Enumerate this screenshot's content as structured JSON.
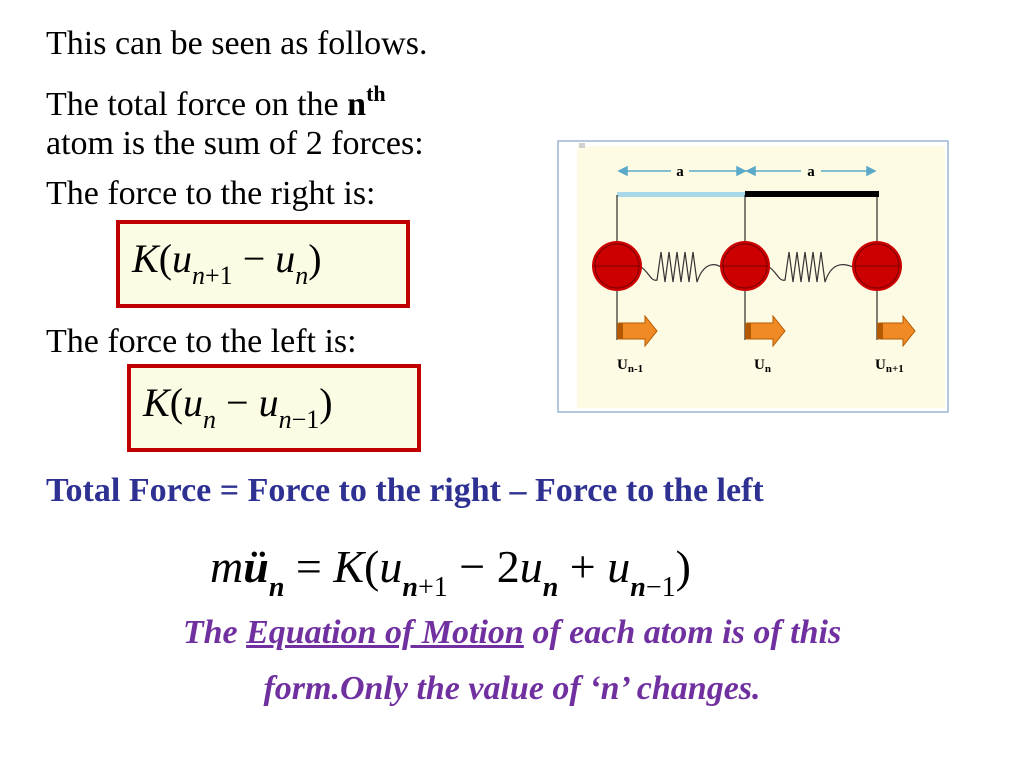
{
  "intro": {
    "line1": "This can be seen as follows.",
    "line2": "The total force on the ",
    "line2_bold": "n",
    "line2_sup": "th",
    "line3": "atom is the sum of 2 forces:",
    "line4": "The force to the right is:",
    "line5": "The force to the left is:"
  },
  "eq_right": {
    "K": "K",
    "open": "(",
    "u1": "u",
    "u1_sub_n": "n",
    "u1_sub_rest": "+1",
    "minus": " − ",
    "u2": "u",
    "u2_sub": "n",
    "close": ")"
  },
  "eq_left": {
    "K": "K",
    "open": "(",
    "u1": "u",
    "u1_sub": "n",
    "minus": " − ",
    "u2": "u",
    "u2_sub_n": "n",
    "u2_sub_rest": "−1",
    "close": ")"
  },
  "total_force": "Total Force = Force to the right – Force to the left",
  "equation_of_motion": {
    "m": "m",
    "u_ddot": "ü",
    "u_ddot_sub": "n",
    "equals": " = ",
    "K": "K",
    "open": "(",
    "u1": "u",
    "u1_sub_n": "n",
    "u1_sub_rest": "+1",
    "minus_2": " − 2",
    "u2": "u",
    "u2_sub": "n",
    "plus": " + ",
    "u3": "u",
    "u3_sub_n": "n",
    "u3_sub_rest": "−1",
    "close": ")"
  },
  "closing": {
    "prefix": "The ",
    "underlined": "Equation of Motion",
    "suffix": " of each atom is of this",
    "line2": "form.Only the value of ‘n’ changes."
  },
  "diagram": {
    "spacing_label_1": "a",
    "spacing_label_2": "a",
    "labels": [
      {
        "main": "U",
        "sub": "n-1"
      },
      {
        "main": "U",
        "sub": "n"
      },
      {
        "main": "U",
        "sub": "n+1"
      }
    ],
    "colors": {
      "atom": "#cc0000",
      "arrow": "#f08a24",
      "background": "#fdfbe3",
      "arrow_line": "#5aa9c8"
    }
  }
}
